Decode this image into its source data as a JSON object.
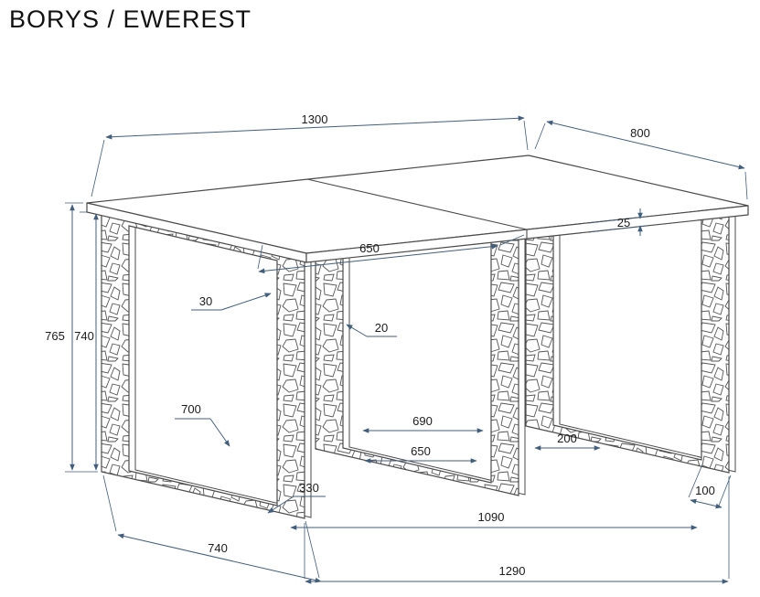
{
  "title": "BORYS / EWEREST",
  "colors": {
    "drawing_outline": "#4b4b4b",
    "dimension_lines": "#415e7c",
    "dimension_text": "#1b1b1b",
    "background": "#ffffff"
  },
  "dimensions": {
    "top_length": "1300",
    "top_depth": "800",
    "top_thickness": "25",
    "half_top_length": "650",
    "leg_profile_width": "30",
    "total_height": "765",
    "height_under_top": "740",
    "leg_bar_thickness": "20",
    "leg_inner_height": "700",
    "middle_legs_span_outer": "690",
    "middle_legs_span_inner": "650",
    "middle_to_right_leg_gap": "200",
    "left_to_middle_leg_gap": "330",
    "outer_legs_span": "1090",
    "leg_foot_width": "100",
    "leg_depth": "740",
    "base_length": "1290"
  }
}
